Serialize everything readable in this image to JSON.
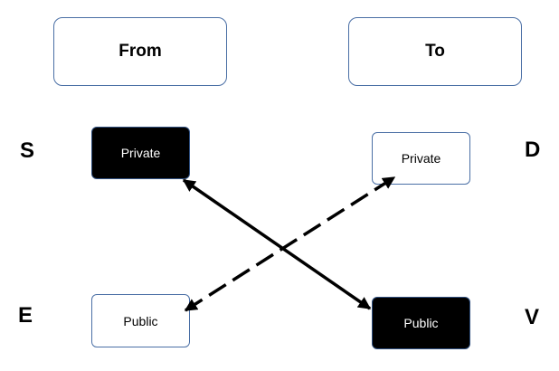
{
  "headers": {
    "from_label": "From",
    "to_label": "To"
  },
  "nodes": {
    "s": {
      "letter": "S",
      "label": "Private",
      "fill": "#000000"
    },
    "d": {
      "letter": "D",
      "label": "Private",
      "fill": "#ffffff"
    },
    "e": {
      "letter": "E",
      "label": "Public",
      "fill": "#ffffff"
    },
    "v": {
      "letter": "V",
      "label": "Public",
      "fill": "#000000"
    }
  },
  "connections": [
    {
      "between": [
        "S",
        "V"
      ],
      "style": "solid",
      "arrowheads": "both"
    },
    {
      "between": [
        "E",
        "D"
      ],
      "style": "dashed",
      "arrowheads": "both"
    }
  ]
}
